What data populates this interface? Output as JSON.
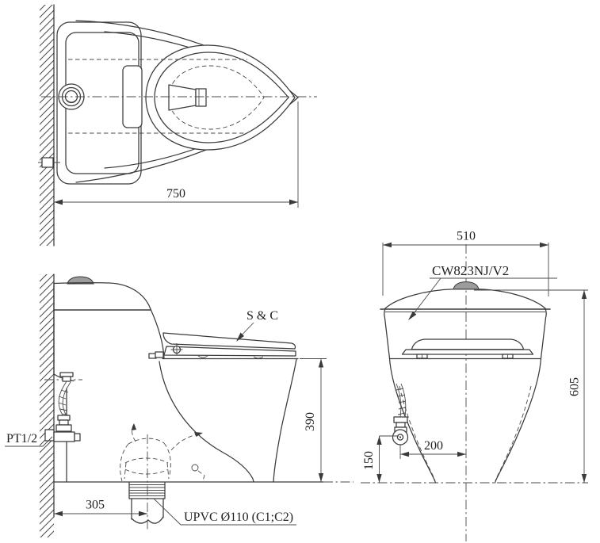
{
  "labels": {
    "water_inlet_thread": "PT1/2",
    "seat_and_cover": "S & C",
    "tank_model": "CW823NJ/V2",
    "drain_pipe": "UPVC Ø110 (C1;C2)"
  },
  "dimensions": {
    "overall_depth": "750",
    "rim_height": "390",
    "drain_center_from_wall": "305",
    "overall_width": "510",
    "overall_height": "605",
    "inlet_from_center": "200",
    "inlet_height": "150"
  },
  "colors": {
    "line": "#3a3a3a",
    "shade_fill": "#9c9c9c",
    "background": "#ffffff"
  }
}
